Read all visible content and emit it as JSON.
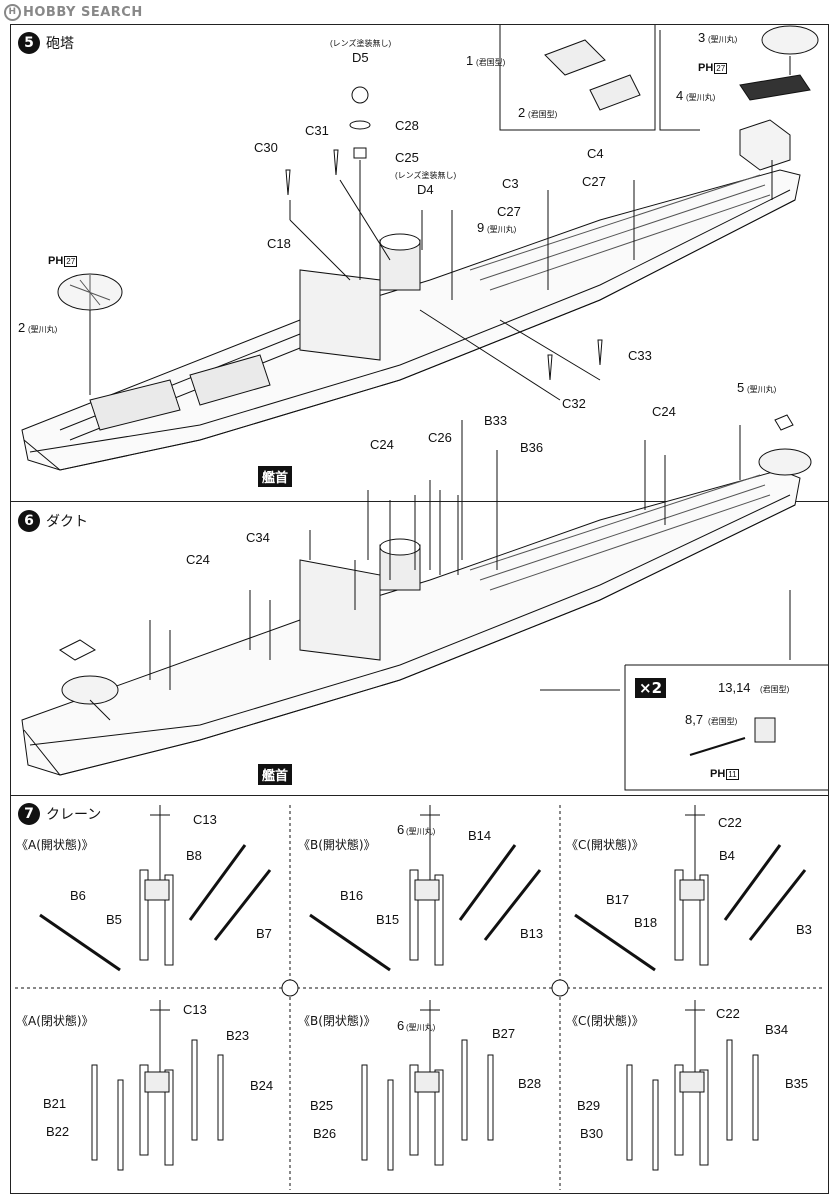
{
  "watermark": "HOBBY SEARCH",
  "step5": {
    "num": "5",
    "title": "砲塔",
    "bow": "艦首",
    "labels": {
      "d5_note": "(レンズ塗装無し)",
      "d5": "D5",
      "c28": "C28",
      "c25": "C25",
      "c31": "C31",
      "c30": "C30",
      "d4_note": "(レンズ塗装無し)",
      "d4": "D4",
      "c18": "C18",
      "p9": "9",
      "p9_note": "(聖川丸)",
      "c3": "C3",
      "c4": "C4",
      "c27a": "C27",
      "c27b": "C27",
      "c33": "C33",
      "c32": "C32",
      "p1": "1",
      "p1_note": "(君国型)",
      "p2": "2",
      "p2_note": "(君国型)",
      "p3": "3",
      "p3_note": "(聖川丸)",
      "p4": "4",
      "p4_note": "(聖川丸)",
      "p2b": "2",
      "p2b_note": "(聖川丸)",
      "ph27a": "PH",
      "ph27a_num": "27",
      "ph27b": "PH",
      "ph27b_num": "27"
    }
  },
  "step6": {
    "num": "6",
    "title": "ダクト",
    "bow": "艦首",
    "labels": {
      "c24a": "C24",
      "c26": "C26",
      "b33": "B33",
      "b36": "B36",
      "c24b": "C24",
      "p5": "5",
      "p5_note": "(聖川丸)",
      "c34": "C34",
      "c24c": "C24"
    },
    "inset": {
      "x2": "×2",
      "p1314": "13,14",
      "p1314_note": "(君国型)",
      "p87": "8,7",
      "p87_note": "(君国型)",
      "ph": "PH",
      "ph_num": "11"
    }
  },
  "step7": {
    "num": "7",
    "title": "クレーン",
    "states": {
      "a_open": "《A(開状態)》",
      "b_open": "《B(開状態)》",
      "c_open": "《C(開状態)》",
      "a_closed": "《A(閉状態)》",
      "b_closed": "《B(閉状態)》",
      "c_closed": "《C(閉状態)》"
    },
    "labels": {
      "c13a": "C13",
      "b8": "B8",
      "b6": "B6",
      "b5": "B5",
      "b7": "B7",
      "p6a": "6",
      "p6a_note": "(聖川丸)",
      "b14": "B14",
      "b16": "B16",
      "b15": "B15",
      "b13": "B13",
      "c22a": "C22",
      "b4": "B4",
      "b17": "B17",
      "b18": "B18",
      "b3": "B3",
      "c13b": "C13",
      "b23": "B23",
      "b21": "B21",
      "b24": "B24",
      "b22": "B22",
      "p6b": "6",
      "p6b_note": "(聖川丸)",
      "b27": "B27",
      "b28": "B28",
      "b25": "B25",
      "b26": "B26",
      "c22b": "C22",
      "b34": "B34",
      "b35": "B35",
      "b29": "B29",
      "b30": "B30"
    }
  }
}
